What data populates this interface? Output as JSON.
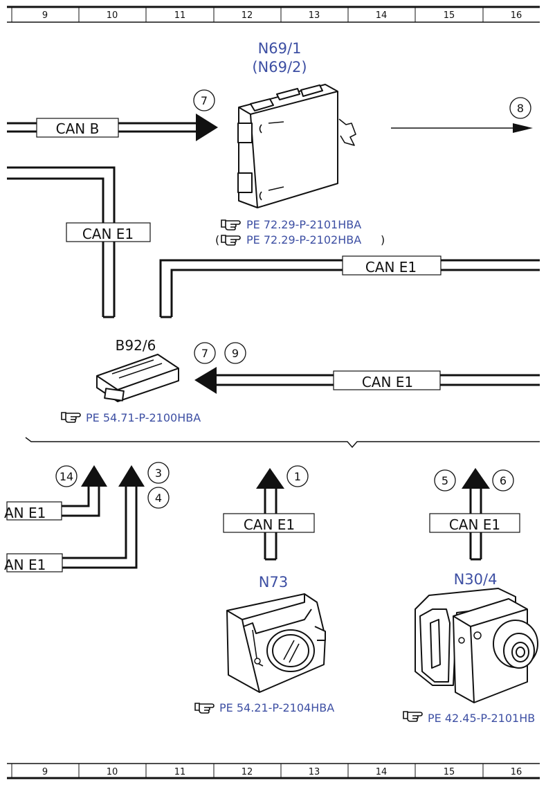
{
  "ruler": {
    "columns": [
      "9",
      "10",
      "11",
      "12",
      "13",
      "14",
      "15",
      "16"
    ]
  },
  "components": {
    "n69": {
      "id": "N69/1",
      "id_alt": "(N69/2)",
      "ref1": "PE 72.29-P-2101HBA",
      "ref2": "PE 72.29-P-2102HBA",
      "paren_open": "(",
      "paren_close": ")"
    },
    "b92": {
      "id": "B92/6",
      "ref": "PE 54.71-P-2100HBA"
    },
    "n73": {
      "id": "N73",
      "ref": "PE 54.21-P-2104HBA"
    },
    "n30": {
      "id": "N30/4",
      "ref": "PE 42.45-P-2101HB"
    }
  },
  "bus_labels": {
    "can_b": "CAN B",
    "can_e1_left": "CAN E1",
    "can_e1_top_right": "CAN E1",
    "can_e1_mid_right": "CAN E1",
    "can_e1_n73": "CAN E1",
    "can_e1_n30": "CAN E1",
    "can_e1_cut1": "AN E1",
    "can_e1_cut2": "AN E1"
  },
  "markers": {
    "m7_top": "7",
    "m8": "8",
    "m7_mid": "7",
    "m9": "9",
    "m14": "14",
    "m3": "3",
    "m4": "4",
    "m1": "1",
    "m5": "5",
    "m6": "6"
  },
  "colors": {
    "link_blue": "#3d4fa3",
    "line": "#111111"
  }
}
